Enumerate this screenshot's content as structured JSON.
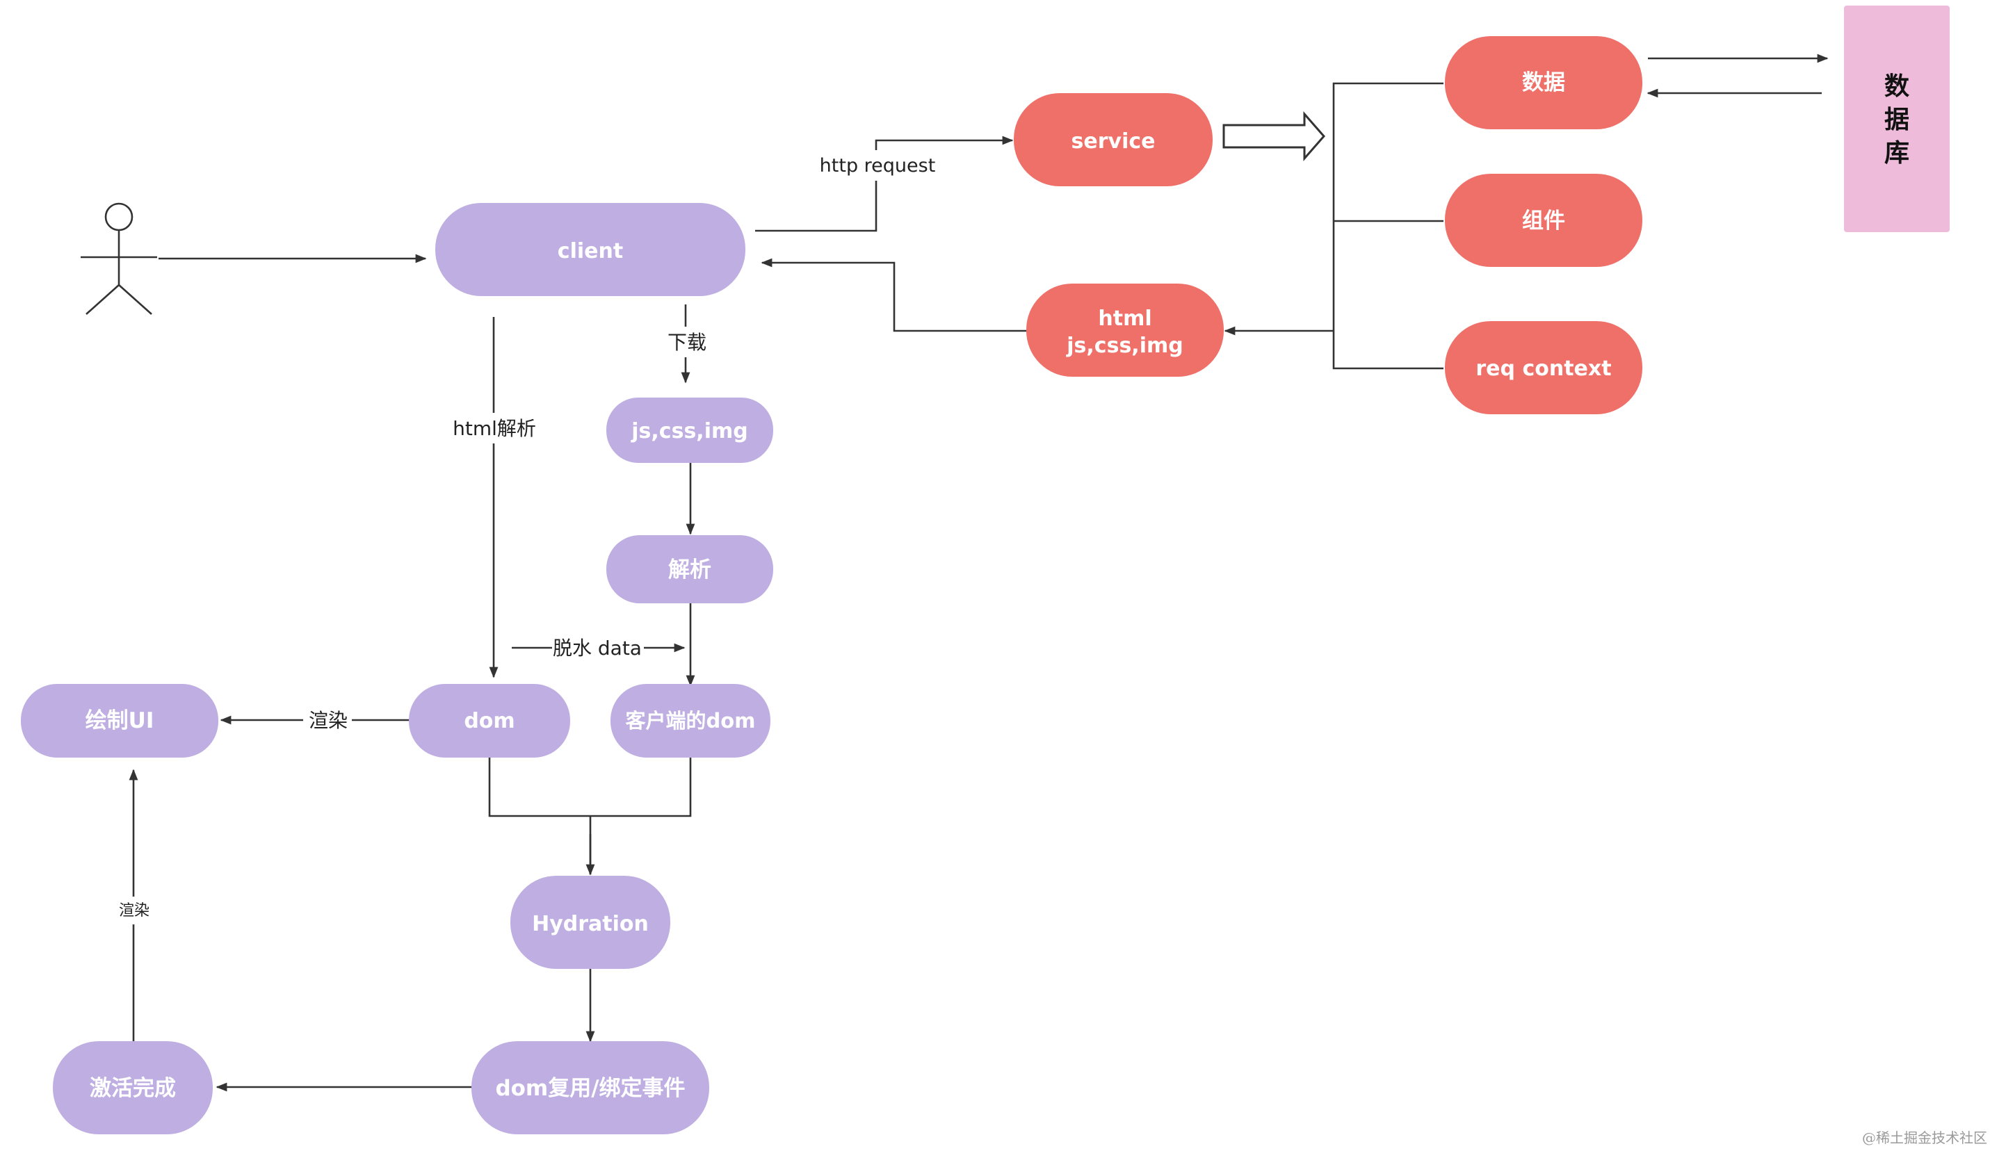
{
  "colors": {
    "purple_node": "#BEAEE2",
    "red_node": "#EE7068",
    "database": "#EEBCDA",
    "line": "#333333"
  },
  "actor": {
    "icon": "user-stick-figure-icon"
  },
  "nodes": {
    "client": "client",
    "service": "service",
    "response_line1": "html",
    "response_line2": "js,css,img",
    "data": "数据",
    "component": "组件",
    "req_context": "req context",
    "assets": "js,css,img",
    "parse": "解析",
    "dom": "dom",
    "client_dom": "客户端的dom",
    "draw_ui": "绘制UI",
    "hydration": "Hydration",
    "dom_reuse": "dom复用/绑定事件",
    "activated": "激活完成"
  },
  "database": {
    "chars": [
      "数",
      "据",
      "库"
    ]
  },
  "edge_labels": {
    "http_request": "http request",
    "download": "下载",
    "html_parse": "html解析",
    "dehydrate": "脱水 data",
    "render_left": "渲染",
    "render_up": "渲染"
  },
  "watermark": "@稀土掘金技术社区"
}
